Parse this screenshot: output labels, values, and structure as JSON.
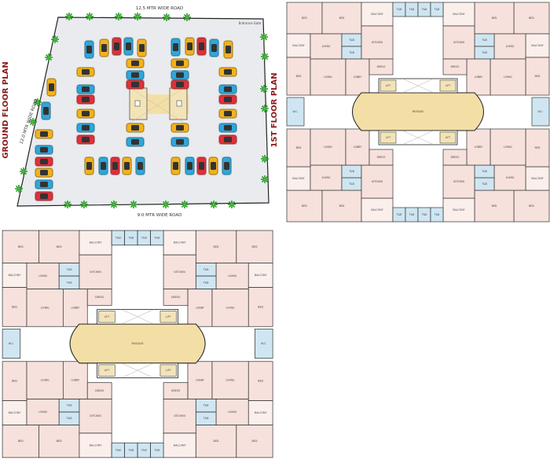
{
  "ground_floor": {
    "title": "GROUND FLOOR PLAN",
    "roads": {
      "top": "12.5 MTR WIDE ROAD",
      "left": "12.0 MTR WIDE ROAD",
      "bottom": "9.0 MTR WIDE ROAD"
    },
    "entrance_label": "Entrance Gate",
    "car_colors": {
      "yellow": "#f2b21c",
      "blue": "#2fa7d9",
      "red": "#e0303a"
    }
  },
  "first_floor": {
    "title": "1ST FLOOR PLAN"
  },
  "room_labels": {
    "bed": "BED",
    "living": "LIVING",
    "kitchen": "KITCHEN",
    "toilet": "T&B",
    "balcony": "BALCONY",
    "lobby": "LOBBY",
    "lift": "LIFT",
    "passage": "PASSAGE",
    "wc": "W.C.",
    "dress": "DRESS"
  },
  "colors": {
    "room": "#f7e1dc",
    "toilet": "#cfe6f2",
    "passage": "#f3dfa6",
    "wall": "#222222",
    "ground": "#e9ebee",
    "title": "#8b1a1a"
  }
}
